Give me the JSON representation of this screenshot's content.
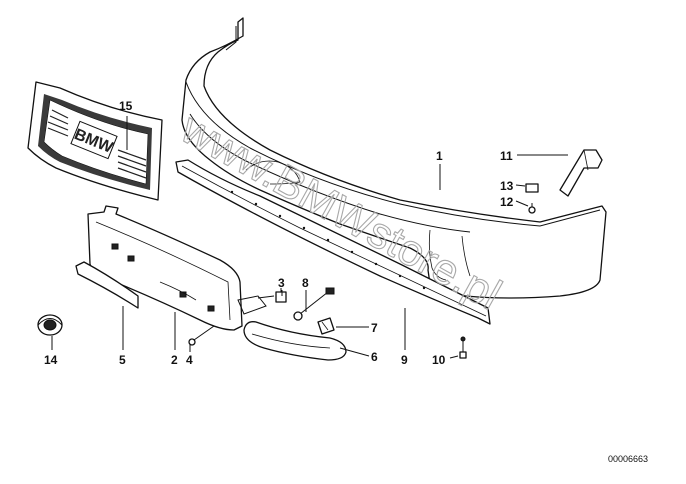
{
  "diagram": {
    "watermark": "www.BMWstore.pl",
    "catalog_number": "00006663",
    "badge_text": "BMW",
    "callouts": [
      "1",
      "2",
      "3",
      "4",
      "5",
      "6",
      "7",
      "8",
      "9",
      "10",
      "11",
      "12",
      "13",
      "14",
      "15"
    ]
  }
}
